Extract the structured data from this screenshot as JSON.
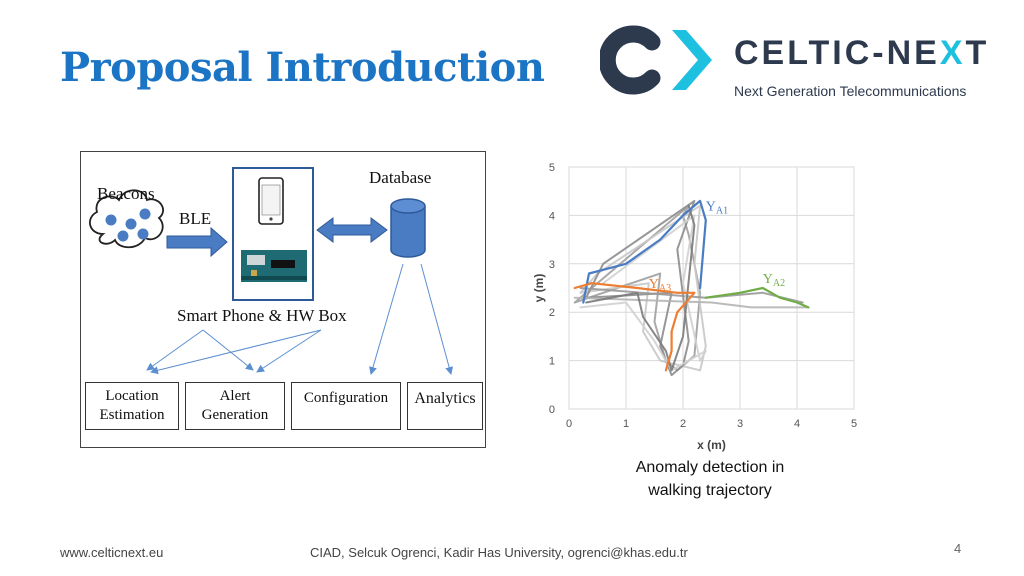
{
  "slide": {
    "title": "Proposal Introduction",
    "page_number": "4"
  },
  "logo": {
    "name_part1": "CELTIC-NE",
    "name_part2": "X",
    "name_part3": "T",
    "tagline": "Next Generation Telecommunications",
    "colors": {
      "dark": "#2d3a4e",
      "accent": "#1ec0e0"
    }
  },
  "diagram": {
    "beacons_label": "Beacons",
    "ble_label": "BLE",
    "database_label": "Database",
    "hub_label": "Smart Phone & HW Box",
    "modules": [
      {
        "line1": "Location",
        "line2": "Estimation"
      },
      {
        "line1": "Alert",
        "line2": "Generation"
      },
      {
        "line1": "Configuration",
        "line2": ""
      },
      {
        "line1": "Analytics",
        "line2": ""
      }
    ],
    "colors": {
      "blue": "#4a7cc4",
      "arrow": "#5b8fd0"
    }
  },
  "chart_data": {
    "type": "line",
    "xlabel": "x (m)",
    "ylabel": "y (m)",
    "xlim": [
      0,
      5
    ],
    "ylim": [
      0,
      5
    ],
    "xticks": [
      0,
      1,
      2,
      3,
      4,
      5
    ],
    "yticks": [
      0,
      1,
      2,
      3,
      4,
      5
    ],
    "grid": true,
    "annotations": [
      {
        "text": "Y",
        "sub": "A1",
        "x": 2.4,
        "y": 4.1,
        "color": "#4a7cc4"
      },
      {
        "text": "Y",
        "sub": "A2",
        "x": 3.4,
        "y": 2.6,
        "color": "#70ad47"
      },
      {
        "text": "Y",
        "sub": "A3",
        "x": 1.4,
        "y": 2.5,
        "color": "#ed7d31"
      }
    ],
    "series": [
      {
        "color": "#a0a0a0",
        "x": [
          0.1,
          1.6,
          1.5,
          1.7,
          1.9,
          2.2,
          2.3,
          2.1,
          2.0,
          2.1,
          0.4,
          0.1
        ],
        "y": [
          2.2,
          2.8,
          1.8,
          1.0,
          0.8,
          1.1,
          2.4,
          3.6,
          4.0,
          4.2,
          2.5,
          2.2
        ]
      },
      {
        "color": "#c8c8c8",
        "x": [
          0.2,
          1.4,
          1.3,
          1.6,
          2.3,
          2.4,
          2.2,
          2.3,
          0.5,
          0.2
        ],
        "y": [
          2.4,
          2.6,
          1.6,
          1.0,
          0.8,
          1.3,
          3.0,
          4.2,
          2.8,
          2.4
        ]
      },
      {
        "color": "#8c8c8c",
        "x": [
          0.3,
          1.8,
          1.6,
          1.8,
          2.0,
          2.1,
          1.9,
          2.2,
          0.6,
          0.3
        ],
        "y": [
          2.3,
          2.4,
          1.3,
          0.7,
          0.9,
          1.4,
          3.3,
          4.3,
          3.0,
          2.3
        ]
      },
      {
        "color": "#b4b4b4",
        "x": [
          0.1,
          2.5,
          3.2,
          4.2
        ],
        "y": [
          2.3,
          2.2,
          2.1,
          2.1
        ]
      },
      {
        "color": "#999999",
        "x": [
          0.2,
          2.4,
          3.4,
          4.1
        ],
        "y": [
          2.5,
          2.3,
          2.4,
          2.2
        ]
      },
      {
        "color": "#d0d0d0",
        "x": [
          0.2,
          1.0,
          1.5,
          1.8,
          2.4,
          2.3,
          2.0,
          2.2,
          0.6
        ],
        "y": [
          2.1,
          2.2,
          1.4,
          0.8,
          1.2,
          1.0,
          2.6,
          4.0,
          2.6
        ]
      },
      {
        "color": "#7a7a7a",
        "x": [
          0.3,
          1.2,
          1.3,
          1.7,
          1.8,
          2.0,
          2.2,
          2.1
        ],
        "y": [
          2.2,
          2.4,
          1.9,
          1.2,
          0.8,
          1.5,
          3.8,
          4.2
        ]
      },
      {
        "name": "",
        "color": "#4a7cc4",
        "x": [
          0.25,
          0.35,
          1.0,
          1.6,
          2.0,
          2.3,
          2.4,
          2.3
        ],
        "y": [
          2.2,
          2.8,
          3.0,
          3.5,
          4.0,
          4.3,
          3.9,
          2.5
        ]
      },
      {
        "name": "",
        "color": "#ed7d31",
        "x": [
          0.1,
          0.4,
          1.2,
          1.9,
          2.2,
          1.9,
          1.8,
          1.8,
          1.7
        ],
        "y": [
          2.5,
          2.6,
          2.5,
          2.4,
          2.4,
          2.0,
          1.6,
          1.2,
          0.8
        ]
      },
      {
        "name": "",
        "color": "#70ad47",
        "x": [
          2.4,
          3.0,
          3.4,
          3.7,
          4.0,
          4.2
        ],
        "y": [
          2.3,
          2.4,
          2.5,
          2.3,
          2.2,
          2.1
        ]
      }
    ]
  },
  "caption": {
    "line1": "Anomaly detection in",
    "line2": "walking trajectory"
  },
  "footer": {
    "website": "www.celticnext.eu",
    "credit": "CIAD, Selcuk Ogrenci, Kadir Has University, ogrenci@khas.edu.tr"
  }
}
